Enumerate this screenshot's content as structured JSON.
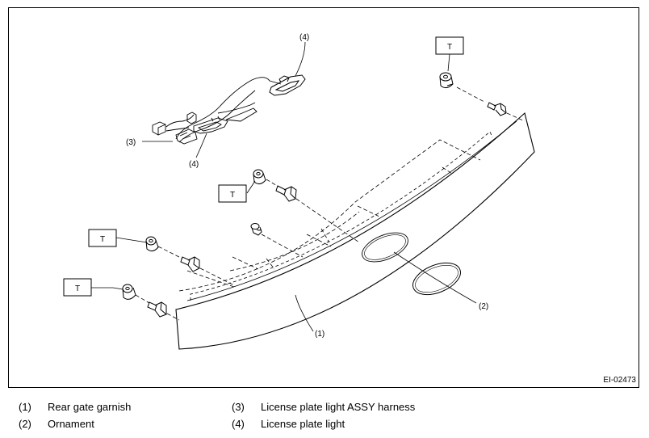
{
  "figure_id": "EI-02473",
  "torque_mark": "T",
  "callouts": {
    "c1": "(1)",
    "c2": "(2)",
    "c3": "(3)",
    "c4a": "(4)",
    "c4b": "(4)"
  },
  "legend": [
    {
      "num": "(1)",
      "text": "Rear gate garnish"
    },
    {
      "num": "(2)",
      "text": "Ornament"
    },
    {
      "num": "(3)",
      "text": "License plate light ASSY harness"
    },
    {
      "num": "(4)",
      "text": "License plate light"
    }
  ]
}
